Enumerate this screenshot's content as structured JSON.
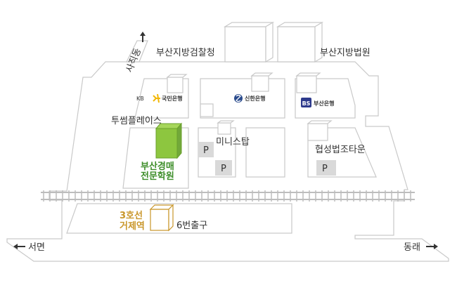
{
  "labels": {
    "prosecutors_office": "부산지방검찰청",
    "district_court": "부산지방법원",
    "sajik_dong": "사직동",
    "kb_prefix": "KB",
    "kb_bank": "국민은행",
    "shinhan_bank": "신한은행",
    "busan_bank": "부산은행",
    "busan_bank_badge": "BS",
    "twosome_place": "투썸플레이스",
    "ministop": "미니스탑",
    "hyupsung_town": "협성법조타운",
    "academy_line1": "부산경매",
    "academy_line2": "전문학원",
    "station_line1": "3호선",
    "station_line2": "거제역",
    "exit6": "6번출구",
    "seomyeon": "서면",
    "dongrae": "동래",
    "parking": "P"
  },
  "colors": {
    "road_fill": "#ffffff",
    "road_stroke": "#c9c9c9",
    "block_fill": "#ffffff",
    "academy_fill": "#8dc63f",
    "academy_text": "#3e8e2a",
    "station_text": "#c9962a",
    "station_stroke": "#c9962a",
    "text": "#333333",
    "parking_bg": "#d9d9d9",
    "busan_bank_badge": "#2d3a8c",
    "kb_yellow": "#f2b705"
  }
}
